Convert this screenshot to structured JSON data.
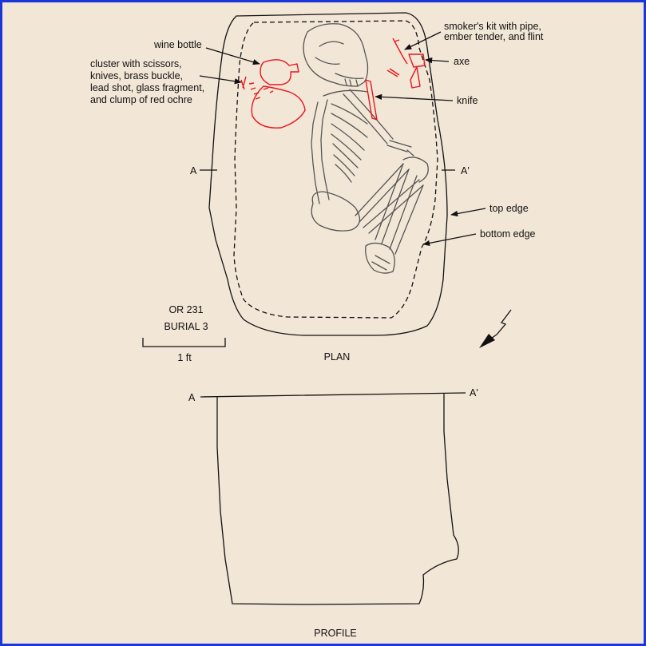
{
  "title": {
    "site": "OR 231",
    "feature": "BURIAL 3"
  },
  "scale": {
    "label": "1 ft"
  },
  "views": {
    "plan": "PLAN",
    "profile": "PROFILE"
  },
  "section": {
    "a": "A",
    "a_prime": "A'"
  },
  "labels": {
    "wine_bottle": "wine bottle",
    "cluster": [
      "cluster with scissors,",
      "knives, brass buckle,",
      "lead shot, glass fragment,",
      "and clump of red ochre"
    ],
    "smokers_kit": [
      "smoker's kit with pipe,",
      "ember tender, and flint"
    ],
    "axe": "axe",
    "knife": "knife",
    "top_edge": "top edge",
    "bottom_edge": "bottom edge"
  },
  "colors": {
    "frame": "#1a35d8",
    "background": "#f2e6d6",
    "artifacts": "#e8161c",
    "skeleton": "#555555",
    "lines": "#111111"
  },
  "icons": {
    "north": "north-arrow-icon"
  }
}
